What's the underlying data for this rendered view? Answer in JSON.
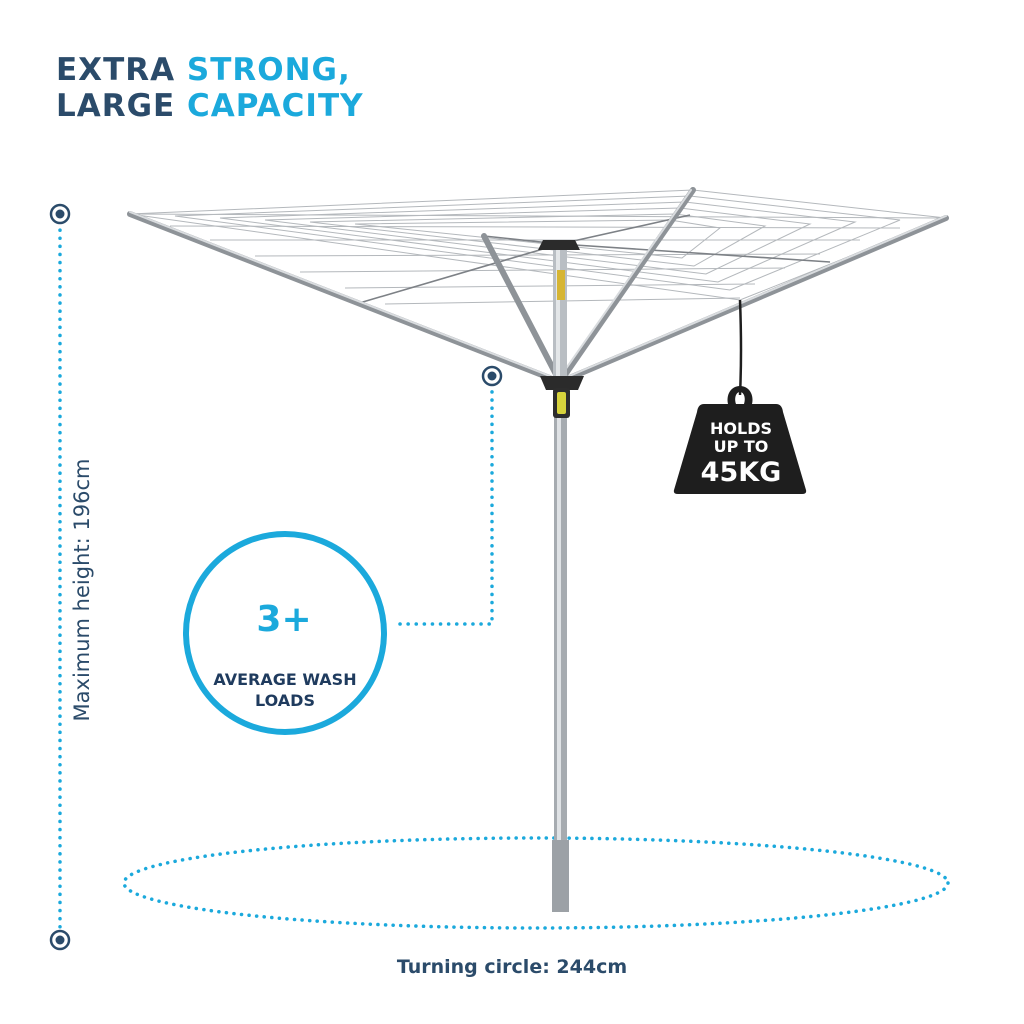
{
  "headline": {
    "line1_dark": "EXTRA",
    "line1_accent": "STRONG,",
    "line2_dark": "LARGE",
    "line2_accent": "CAPACITY"
  },
  "dimensions": {
    "height_label": "Maximum height: 196cm",
    "turning_label": "Turning circle: 244cm"
  },
  "wash_badge": {
    "count": "3+",
    "label_line1": "AVERAGE WASH",
    "label_line2": "LOADS",
    "icon": "washing-machine-icon"
  },
  "weight_badge": {
    "line1": "HOLDS",
    "line2": "UP TO",
    "line3": "45KG",
    "icon": "weight-icon"
  },
  "colors": {
    "navy": "#2b4b6a",
    "accent_blue": "#1ba9dc",
    "badge_navy": "#1f3b5e",
    "weight_black": "#1e1e1e"
  }
}
